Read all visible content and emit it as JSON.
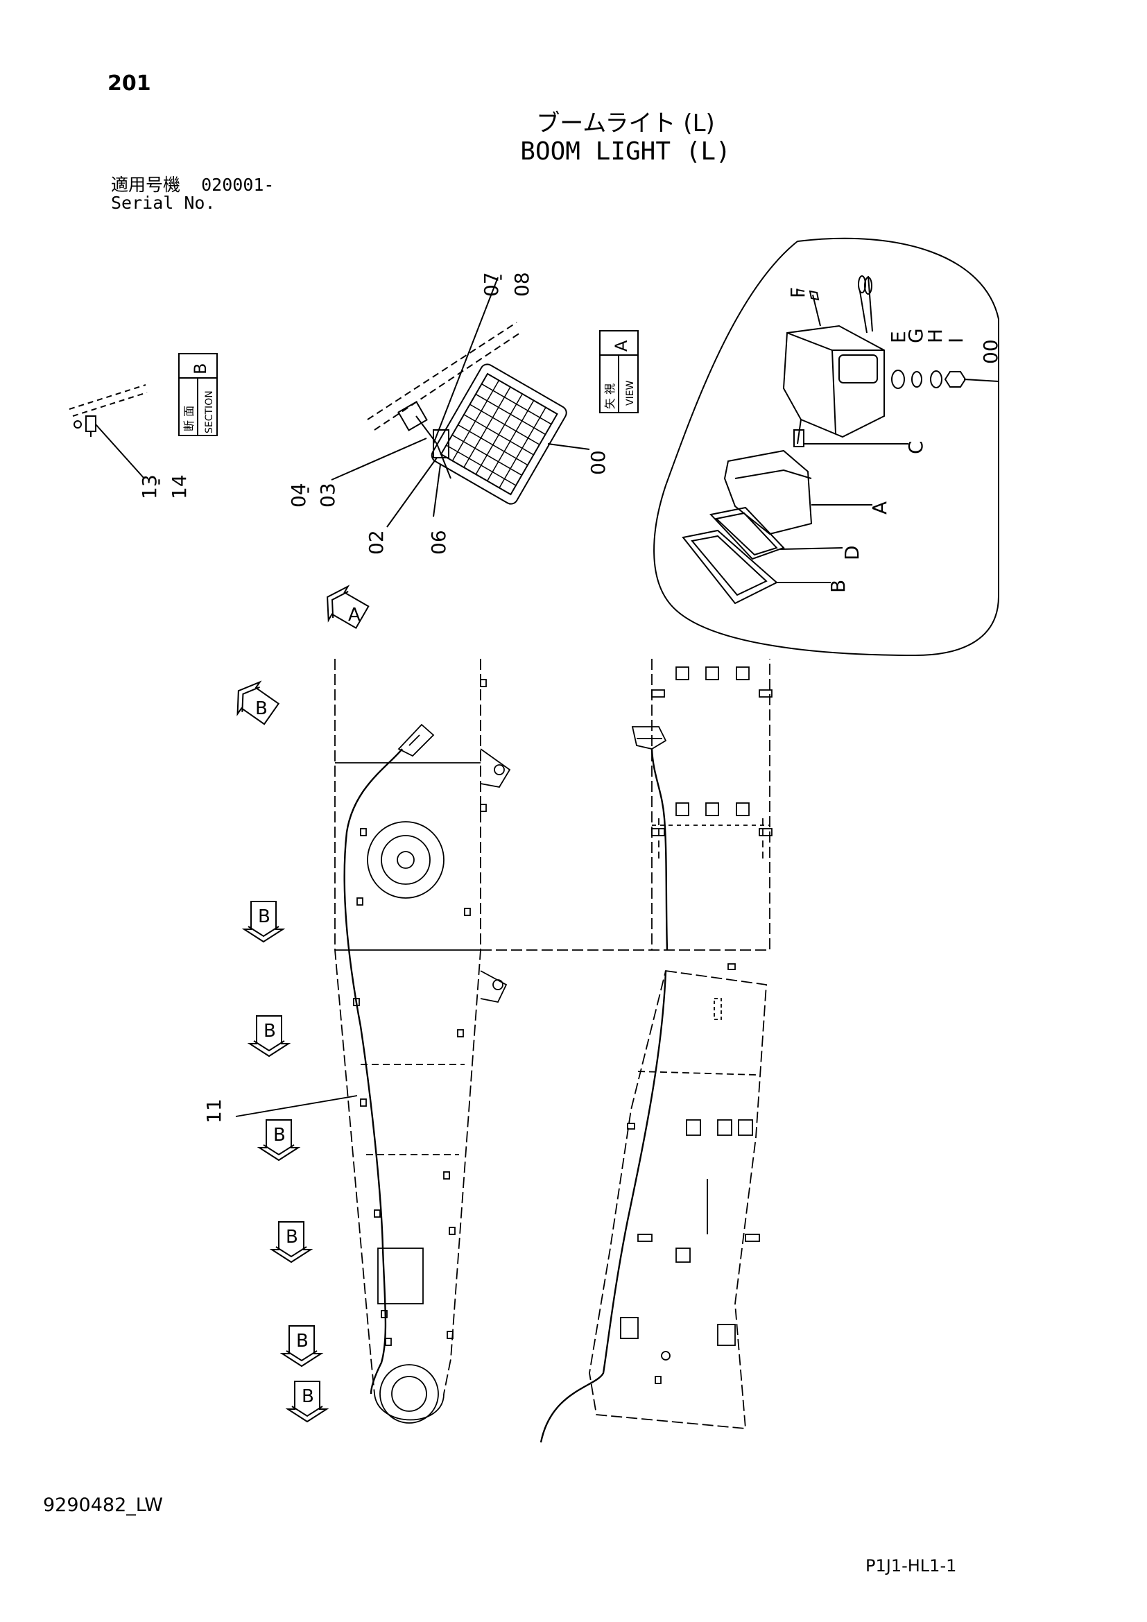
{
  "header": {
    "page_number": "201",
    "title_jp": "ブームライト (L)",
    "title_en": "BOOM LIGHT (L)",
    "serial_label_jp": "適用号機",
    "serial_value": "020001-",
    "serial_label_en": "Serial No."
  },
  "callouts": {
    "c00a": "00",
    "c00b": "00",
    "c02": "02",
    "c03": "03",
    "c04": "04",
    "c06": "06",
    "c07": "07",
    "c08": "08",
    "c11": "11",
    "c13": "13",
    "c14": "14",
    "dash": "-",
    "letters": {
      "A": "A",
      "B": "B",
      "C": "C",
      "D": "D",
      "E": "E",
      "F": "F",
      "G": "G",
      "H": "H",
      "I": "I"
    }
  },
  "labels": {
    "section_jp": "断 面",
    "section_en": "SECTION",
    "section_letter": "B",
    "view_jp": "矢 視",
    "view_en": "VIEW",
    "view_letter": "A"
  },
  "view_arrows": [
    "A",
    "B",
    "B",
    "B",
    "B",
    "B",
    "B",
    "B"
  ],
  "footer": {
    "doc_id": "9290482_LW",
    "page_code": "P1J1-HL1-1"
  }
}
